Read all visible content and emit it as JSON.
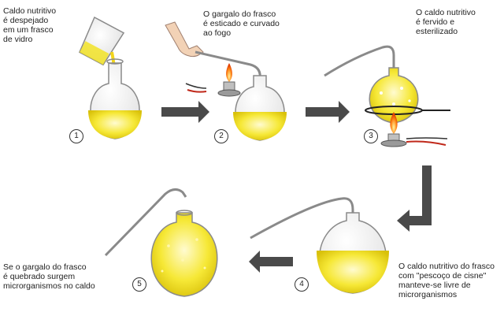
{
  "steps": [
    {
      "number": "1",
      "caption": "Caldo nutritivo\né despejado\nem um frasco\nde vidro"
    },
    {
      "number": "2",
      "caption": "O gargalo do frasco\né esticado e curvado\nao fogo"
    },
    {
      "number": "3",
      "caption": "O caldo nutritivo\né fervido e\nesterilizado"
    },
    {
      "number": "4",
      "caption": "O caldo nutritivo do frasco\ncom \"pescoço de cisne\"\nmanteve-se livre de\nmicrorganismos"
    },
    {
      "number": "5",
      "caption": "Se o gargalo do frasco\né quebrado surgem\nmicrorganismos no caldo"
    }
  ],
  "colors": {
    "broth": "#f3e21a",
    "broth_light": "#fbf5a0",
    "glass": "#8a8a8a",
    "arrow": "#4a4a4a",
    "flame": "#ff8a1a"
  }
}
